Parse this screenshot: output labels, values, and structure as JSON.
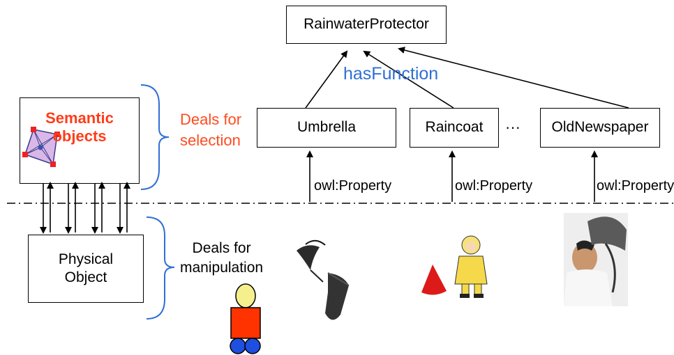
{
  "top_node": {
    "label": "RainwaterProtector"
  },
  "relation": {
    "label": "hasFunction"
  },
  "function_items": [
    {
      "label": "Umbrella"
    },
    {
      "label": "Raincoat"
    },
    {
      "label": "OldNewspaper"
    }
  ],
  "ellipsis": "···",
  "property_label": "owl:Property",
  "semantic_objects": {
    "label_line1": "Semantic",
    "label_line2": "objects"
  },
  "physical_object": {
    "label_line1": "Physical",
    "label_line2": "Object"
  },
  "selection_note": {
    "line1": "Deals for",
    "line2": "selection"
  },
  "manipulation_note": {
    "line1": "Deals for",
    "line2": "manipulation"
  },
  "colors": {
    "semantic_text": "#ff3d1a",
    "selection_text": "#ff5a1f",
    "relation_text": "#2f6fd6",
    "brace": "#2f6fd6",
    "robot_head": "#f5ef8e",
    "robot_body": "#ff3300",
    "robot_wheels": "#1f4fe0"
  },
  "icons": [
    "network-icon",
    "robot-icon",
    "umbrella-icon",
    "raincoat-icon",
    "newspaper-person-icon"
  ]
}
